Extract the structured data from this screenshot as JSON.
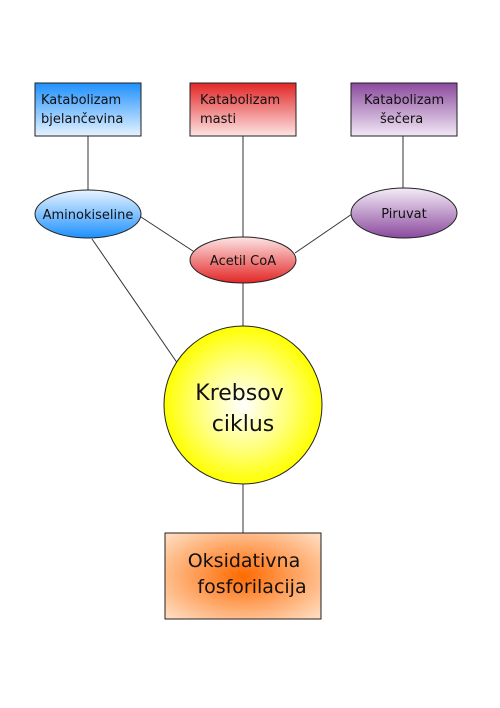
{
  "nodes": {
    "protein_catabolism": {
      "lines": [
        "Katabolizam",
        "bjelančevina"
      ]
    },
    "fat_catabolism": {
      "lines": [
        "Katabolizam",
        "masti"
      ]
    },
    "sugar_catabolism": {
      "lines": [
        "Katabolizam",
        "šečera"
      ]
    },
    "amino_acids": {
      "label": "Aminokiseline"
    },
    "acetyl_coa": {
      "label": "Acetil CoA"
    },
    "pyruvate": {
      "label": "Piruvat"
    },
    "krebs_cycle": {
      "lines": [
        "Krebsov",
        "ciklus"
      ]
    },
    "oxidative_phosphorylation": {
      "lines": [
        "Oksidativna",
        "fosforilacija"
      ]
    }
  },
  "colors": {
    "protein": "#1e90ff",
    "fat": "#e32626",
    "sugar": "#8b4a9e",
    "krebs": "#ffff00",
    "oxidative": "#ff6a00",
    "line": "#333333"
  }
}
